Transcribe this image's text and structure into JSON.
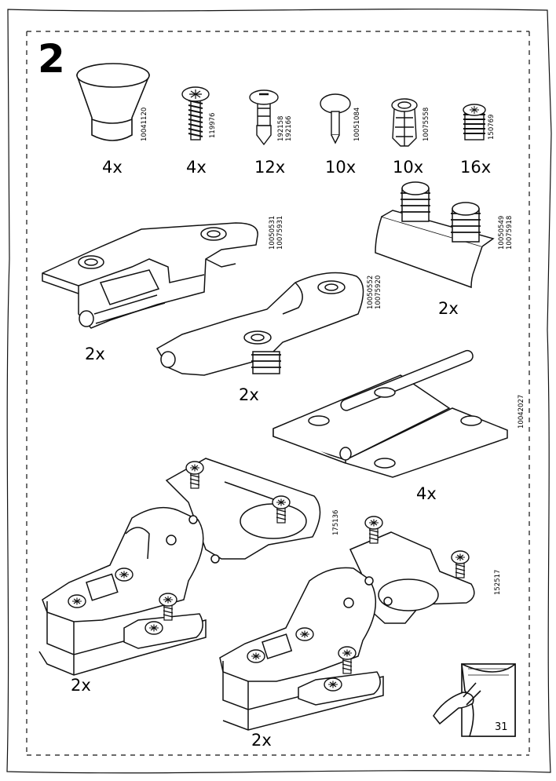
{
  "step": {
    "number": "2"
  },
  "parts": [
    {
      "id": "knob",
      "icon": "knob-icon",
      "code": "10041120",
      "qty": "4x"
    },
    {
      "id": "screw",
      "icon": "screw-icon",
      "code": "119976",
      "qty": "4x"
    },
    {
      "id": "cam-bolt",
      "icon": "cam-bolt-icon",
      "code": "192158\n192166",
      "qty": "12x"
    },
    {
      "id": "dowel-pin",
      "icon": "dowel-pin-icon",
      "code": "10051084",
      "qty": "10x"
    },
    {
      "id": "expansion-anchor",
      "icon": "expansion-anchor-icon",
      "code": "10075558",
      "qty": "10x"
    },
    {
      "id": "threaded-insert",
      "icon": "threaded-insert-icon",
      "code": "150769",
      "qty": "16x"
    }
  ],
  "assemblies": [
    {
      "id": "drawer-runner-left",
      "icon": "runner-bracket-icon",
      "code": "10050531\n10075931",
      "qty": "2x"
    },
    {
      "id": "mounting-plate",
      "icon": "mounting-plate-icon",
      "code": "10050549\n10075918",
      "qty": "2x"
    },
    {
      "id": "drawer-runner-right",
      "icon": "runner-bracket-icon",
      "code": "10050552\n10075920",
      "qty": "2x"
    },
    {
      "id": "butt-hinge",
      "icon": "butt-hinge-icon",
      "code": "10042027",
      "qty": "4x"
    },
    {
      "id": "cabinet-hinge-large",
      "icon": "cabinet-hinge-icon",
      "code": "175136",
      "qty": "2x"
    },
    {
      "id": "cabinet-hinge-small",
      "icon": "cabinet-hinge-icon",
      "code": "152517",
      "qty": "2x"
    }
  ],
  "page": {
    "number": "31",
    "icon": "page-turn-hand-icon"
  }
}
